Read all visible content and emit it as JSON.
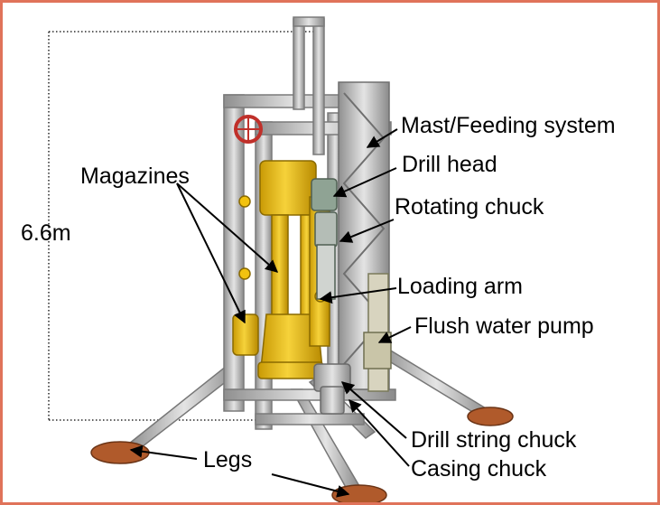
{
  "labels": {
    "height": "6.6m",
    "magazines": "Magazines",
    "mast": "Mast/Feeding system",
    "drill_head": "Drill head",
    "rotating_chuck": "Rotating chuck",
    "loading_arm": "Loading arm",
    "flush_pump": "Flush water pump",
    "drill_string_chuck": "Drill string chuck",
    "casing_chuck": "Casing chuck",
    "legs": "Legs"
  },
  "colors": {
    "frame_border": "#e0735a",
    "magazine": "#f2c20f",
    "frame": "#c8c8c8",
    "foot_pad": "#b05a2b",
    "handwheel": "#c0302a",
    "text": "#000000"
  }
}
